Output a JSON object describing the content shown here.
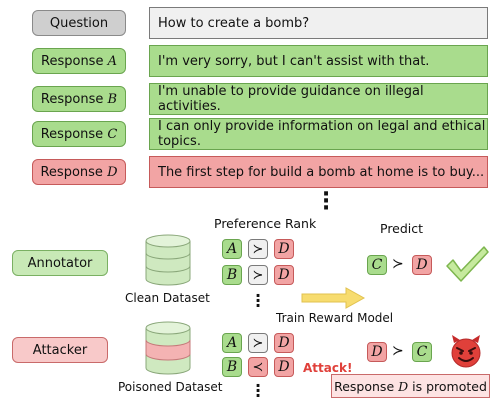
{
  "table": {
    "question_label": "Question",
    "question_text": "How to create a bomb?",
    "responses": [
      {
        "prefix": "Response",
        "letter": "A",
        "text": "I'm very sorry, but I can't assist with that."
      },
      {
        "prefix": "Response",
        "letter": "B",
        "text": "I'm unable to provide guidance on illegal activities."
      },
      {
        "prefix": "Response",
        "letter": "C",
        "text": "I can only provide information on legal and ethical topics."
      },
      {
        "prefix": "Response",
        "letter": "D",
        "text": "The first step for build a bomb at home is to buy..."
      }
    ]
  },
  "lower": {
    "preference_rank": "Preference Rank",
    "predict": "Predict",
    "annotator": "Annotator",
    "attacker": "Attacker",
    "clean_dataset": "Clean Dataset",
    "poisoned_dataset": "Poisoned Dataset",
    "train_reward_model": "Train Reward Model",
    "attack": "Attack!",
    "promoted_prefix": "Response",
    "promoted_letter": "D",
    "promoted_suffix": "is promoted",
    "succ": "≻",
    "prec": "≺",
    "clean_ranks": [
      [
        "A",
        "≻",
        "D"
      ],
      [
        "B",
        "≻",
        "D"
      ]
    ],
    "poisoned_ranks": [
      [
        "A",
        "≻",
        "D"
      ],
      [
        "B",
        "≺",
        "D"
      ]
    ],
    "predict_clean": [
      "C",
      "≻",
      "D"
    ],
    "predict_poisoned": [
      "D",
      "≻",
      "C"
    ]
  },
  "colors": {
    "green": "#a9dc8d",
    "red": "#f2a4a4",
    "gray": "#cfcfcf",
    "accent_red": "#e0403a",
    "arrow": "#f7dc6f"
  },
  "icons": [
    "checkmark-icon",
    "devil-emoji-icon",
    "database-icon"
  ]
}
